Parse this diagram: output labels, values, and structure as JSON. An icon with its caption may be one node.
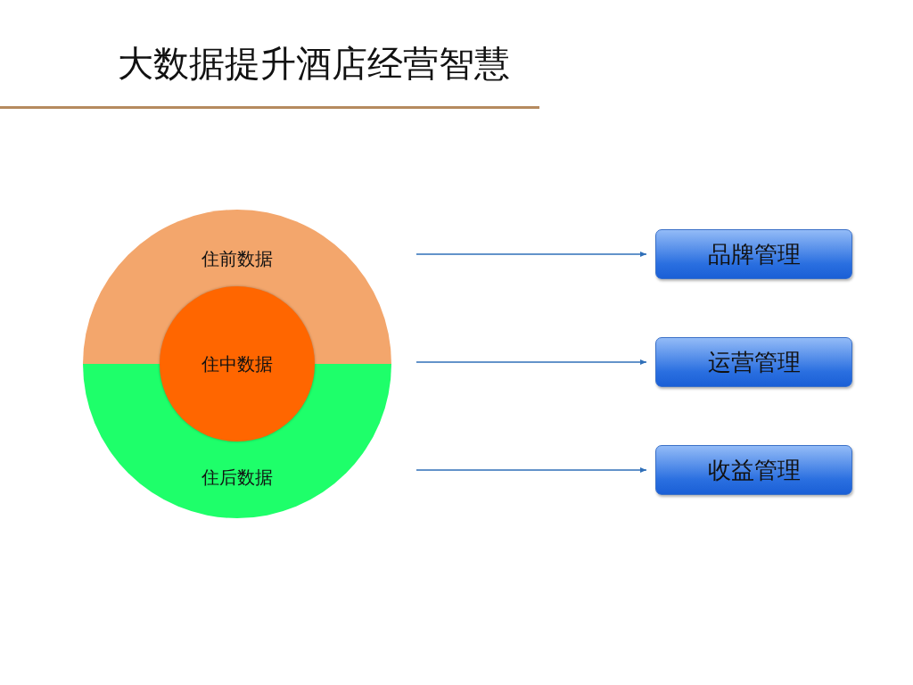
{
  "diagram": {
    "title": "大数据提升酒店经营智慧",
    "nodes": [
      {
        "text": [
          "住前数据"
        ]
      },
      {
        "text": [
          "住中数据"
        ]
      },
      {
        "text": [
          "住后数据"
        ]
      },
      {
        "text": [
          "品牌管理"
        ]
      },
      {
        "text": [
          "运营管理"
        ]
      },
      {
        "text": [
          "收益管理"
        ]
      }
    ],
    "edges": [
      {
        "from": null,
        "to": 3,
        "arrow": "to"
      },
      {
        "from": null,
        "to": 4,
        "arrow": "to"
      },
      {
        "from": null,
        "to": 5,
        "arrow": "to"
      }
    ]
  }
}
